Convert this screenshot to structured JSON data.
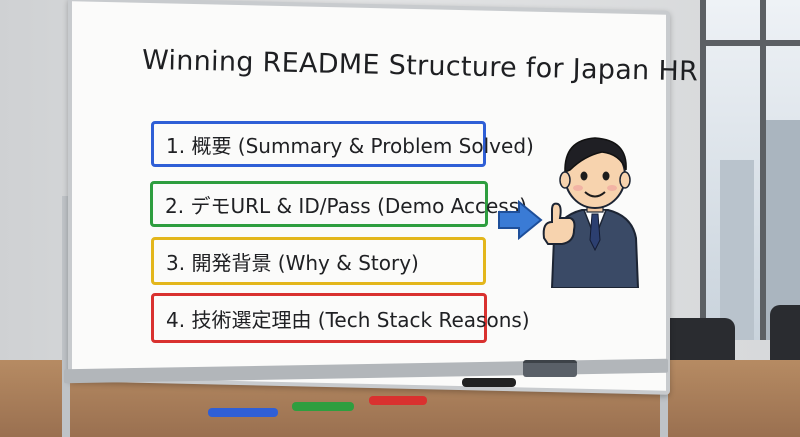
{
  "whiteboard": {
    "title": "Winning README Structure for Japan HR",
    "items": [
      {
        "text": "1. 概要 (Summary & Problem Solved)",
        "color": "#2f5fd6"
      },
      {
        "text": "2. デモURL & ID/Pass (Demo Access)",
        "color": "#2e9e3f"
      },
      {
        "text": "3. 開発背景 (Why & Story)",
        "color": "#e3b61b"
      },
      {
        "text": "4. 技術選定理由 (Tech Stack Reasons)",
        "color": "#d9312f"
      }
    ],
    "arrow_color": "#3a7bd5",
    "marker_colors": [
      "#2f5fd6",
      "#2e9e3f",
      "#d9312f",
      "#222222"
    ]
  }
}
